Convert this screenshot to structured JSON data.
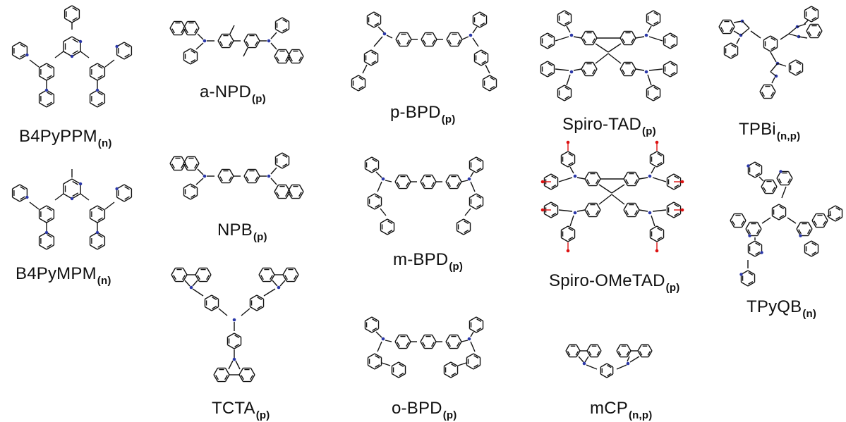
{
  "compounds": [
    {
      "id": "b4pyppm",
      "name": "B4PyPPM",
      "type": "(n)"
    },
    {
      "id": "b4pympm",
      "name": "B4PyMPM",
      "type": "(n)"
    },
    {
      "id": "anpd",
      "name": "a-NPD",
      "type": "(p)"
    },
    {
      "id": "npb",
      "name": "NPB",
      "type": "(p)"
    },
    {
      "id": "tcta",
      "name": "TCTA",
      "type": "(p)"
    },
    {
      "id": "pbpd",
      "name": "p-BPD",
      "type": "(p)"
    },
    {
      "id": "mbpd",
      "name": "m-BPD",
      "type": "(p)"
    },
    {
      "id": "obpd",
      "name": "o-BPD",
      "type": "(p)"
    },
    {
      "id": "spirotad",
      "name": "Spiro-TAD",
      "type": "(p)"
    },
    {
      "id": "spiroometad",
      "name": "Spiro-OMeTAD",
      "type": "(p)"
    },
    {
      "id": "mcp",
      "name": "mCP",
      "type": "(n,p)"
    },
    {
      "id": "tpbi",
      "name": "TPBi",
      "type": "(n,p)"
    },
    {
      "id": "tpyqb",
      "name": "TPyQB",
      "type": "(n)"
    }
  ],
  "colors": {
    "bond": "#111111",
    "nitrogen": "#2a37a8",
    "oxygen": "#dd1111"
  }
}
